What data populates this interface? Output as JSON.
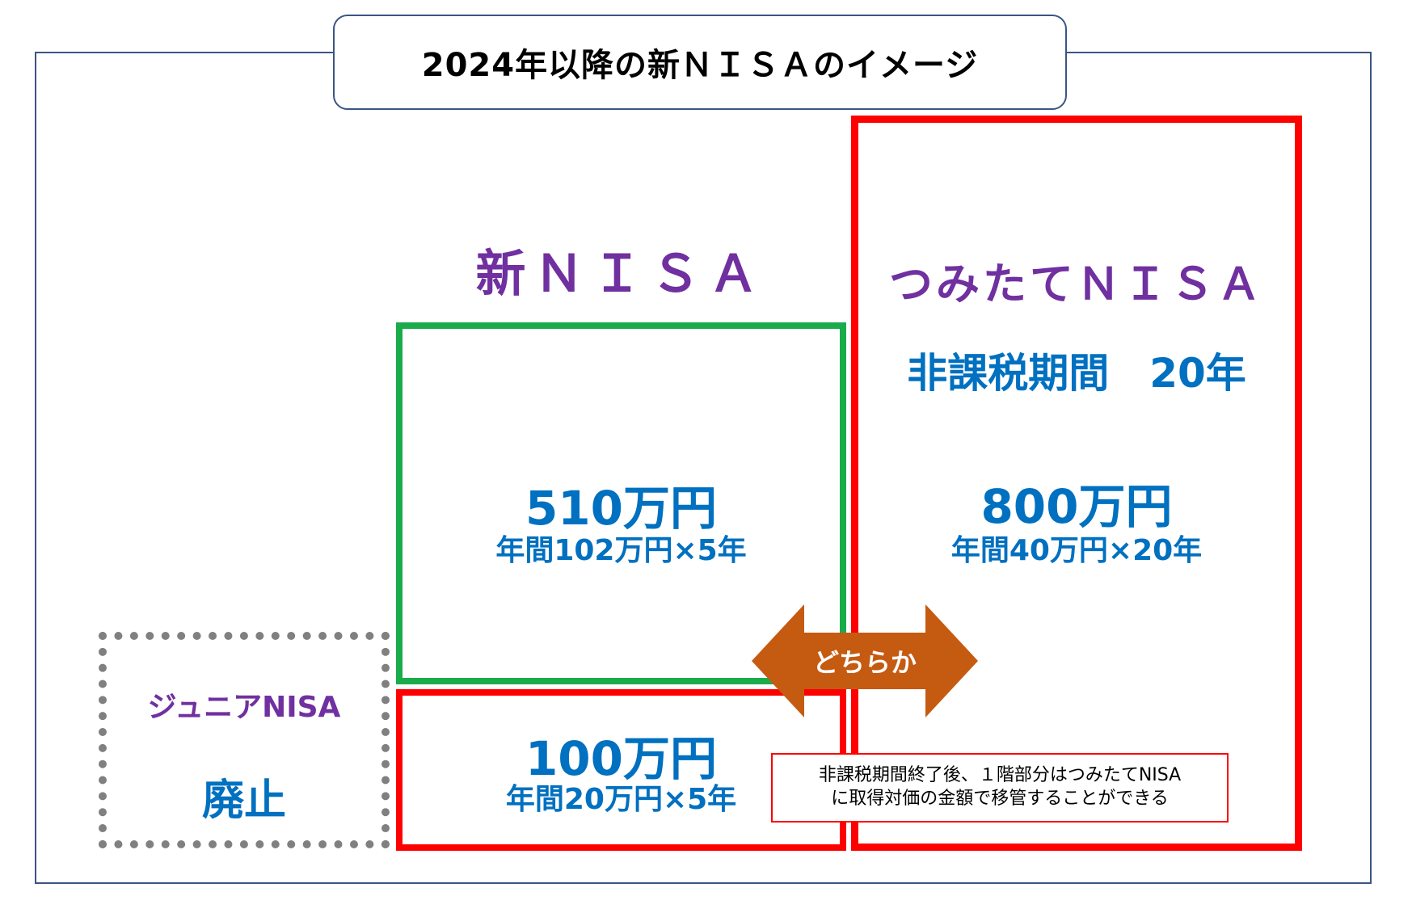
{
  "title": "2024年以降の新ＮＩＳＡのイメージ",
  "new_nisa": {
    "label": "新ＮＩＳＡ",
    "upper_amount": "510万円",
    "upper_detail": "年間102万円×5年",
    "lower_amount": "100万円",
    "lower_detail": "年間20万円×5年"
  },
  "tsumitate_nisa": {
    "label": "つみたてＮＩＳＡ",
    "tax_free_period": "非課税期間　20年",
    "amount": "800万円",
    "detail": "年間40万円×20年"
  },
  "junior_nisa": {
    "label": "ジュニアNISA",
    "status": "廃止"
  },
  "choice_arrow": {
    "label": "どちらか"
  },
  "note": {
    "line1": "非課税期間終了後、１階部分はつみたてNISA",
    "line2": "に取得対価の金額で移管することができる"
  },
  "colors": {
    "frame": "#3a5585",
    "green_box": "#1aab4b",
    "red_box": "#ff0000",
    "dotted_box": "#808080",
    "purple_text": "#7030a0",
    "blue_text": "#0070c0",
    "arrow": "#c55a11"
  }
}
